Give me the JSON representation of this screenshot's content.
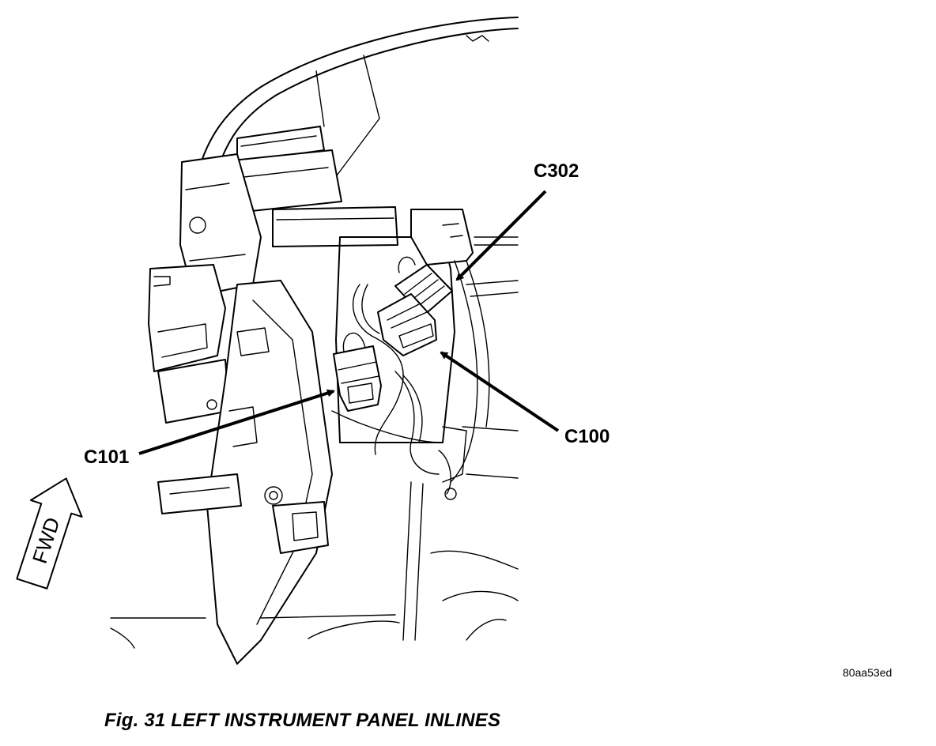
{
  "figure": {
    "caption": "Fig. 31 LEFT INSTRUMENT PANEL INLINES",
    "drawing_id": "80aa53ed",
    "direction_label": "FWD"
  },
  "callouts": {
    "c302": "C302",
    "c100": "C100",
    "c101": "C101"
  }
}
